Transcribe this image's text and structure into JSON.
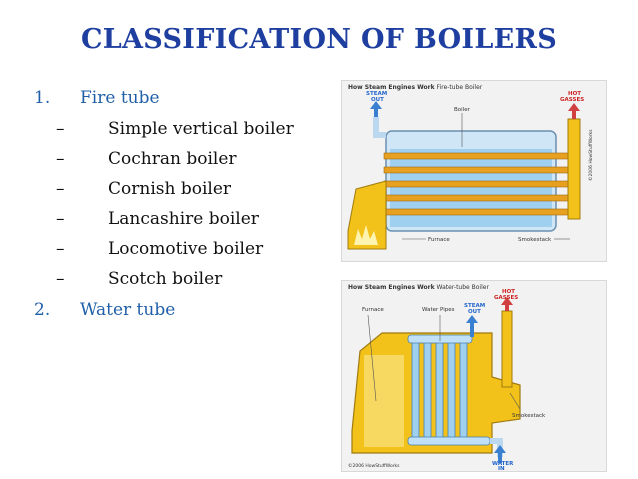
{
  "title": "CLASSIFICATION OF BOILERS",
  "items": [
    {
      "marker": "1.",
      "text": "Fire tube"
    },
    {
      "marker": "–",
      "text": "Simple vertical boiler"
    },
    {
      "marker": "–",
      "text": "Cochran boiler"
    },
    {
      "marker": "–",
      "text": "Cornish boiler"
    },
    {
      "marker": "–",
      "text": "Lancashire boiler"
    },
    {
      "marker": "–",
      "text": "Locomotive boiler"
    },
    {
      "marker": "–",
      "text": "Scotch boiler"
    },
    {
      "marker": "2.",
      "text": "Water tube"
    }
  ],
  "fire_tube_figure": {
    "header_brand": "How Steam Engines Work",
    "header_title": "Fire-tube Boiler",
    "label_steam_out_1": "STEAM",
    "label_steam_out_2": "OUT",
    "label_boiler": "Boiler",
    "label_hot_1": "HOT",
    "label_hot_2": "GASSES",
    "label_furnace": "Furnace",
    "label_smokestack": "Smokestack",
    "credit": "©2006 HowStuffWorks"
  },
  "water_tube_figure": {
    "header_brand": "How Steam Engines Work",
    "header_title": "Water-tube Boiler",
    "label_furnace": "Furnace",
    "label_water_pipes": "Water Pipes",
    "label_steam_out_1": "STEAM",
    "label_steam_out_2": "OUT",
    "label_hot_1": "HOT",
    "label_hot_2": "GASSES",
    "label_smokestack": "Smokestack",
    "label_water_in_1": "WATER",
    "label_water_in_2": "IN",
    "credit": "©2006 HowStuffWorks"
  },
  "colors": {
    "title": "#1f3fa0",
    "level1_text": "#1f5fa8",
    "furnace_yellow": "#f2c21a",
    "tube_orange": "#e8a020",
    "water_blue": "#8fc4ea",
    "steam_arrow": "#3a7fd0",
    "hot_arrow": "#d04040"
  }
}
